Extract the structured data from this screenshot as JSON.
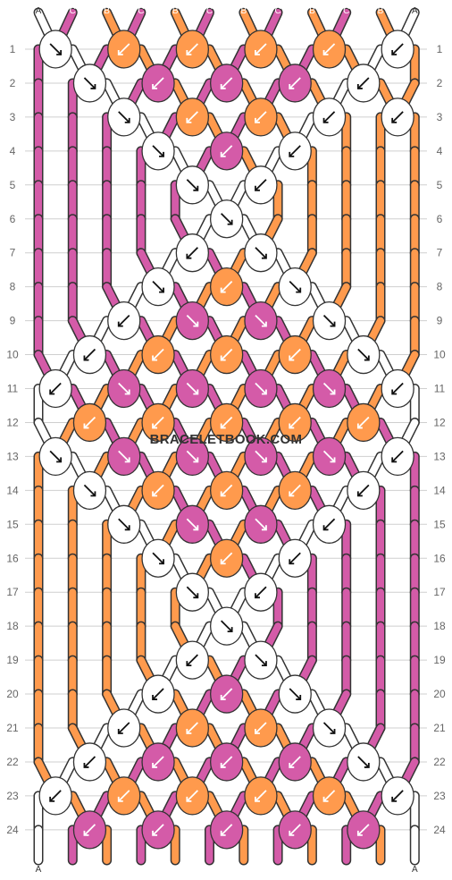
{
  "watermark": "BRACELETBOOK.COM",
  "colors": {
    "A": "#ffffff",
    "B": "#ff9a4d",
    "C": "#d45ba8"
  },
  "strings_top": [
    "A",
    "C",
    "B",
    "C",
    "B",
    "C",
    "B",
    "C",
    "B",
    "C",
    "B",
    "A"
  ],
  "strings_bottom": [
    "A",
    "C",
    "B",
    "C",
    "B",
    "C",
    "B",
    "C",
    "B",
    "C",
    "B",
    "A"
  ],
  "row_labels": [
    "1",
    "2",
    "3",
    "4",
    "5",
    "6",
    "7",
    "8",
    "9",
    "10",
    "11",
    "12",
    "13",
    "14",
    "15",
    "16",
    "17",
    "18",
    "19",
    "20",
    "21",
    "22",
    "23",
    "24"
  ],
  "knots": [
    [
      [
        "A",
        "dr"
      ],
      [
        "B",
        "dl"
      ],
      [
        "B",
        "dl"
      ],
      [
        "B",
        "dl"
      ],
      [
        "B",
        "dl"
      ],
      [
        "A",
        "dl"
      ]
    ],
    [
      [
        "A",
        "dr"
      ],
      [
        "C",
        "dl"
      ],
      [
        "C",
        "dl"
      ],
      [
        "C",
        "dl"
      ],
      [
        "A",
        "dl"
      ]
    ],
    [
      [
        "A",
        "dr"
      ],
      [
        "B",
        "dl"
      ],
      [
        "B",
        "dl"
      ],
      [
        "A",
        "dl"
      ],
      [
        "A",
        "dl"
      ]
    ],
    [
      [
        "A",
        "dr"
      ],
      [
        "C",
        "dl"
      ],
      [
        "A",
        "dl"
      ]
    ],
    [
      [
        "A",
        "dr"
      ],
      [
        "A",
        "dl"
      ]
    ],
    [
      [
        "A",
        "dr"
      ]
    ],
    [
      [
        "A",
        "dl"
      ],
      [
        "A",
        "dr"
      ]
    ],
    [
      [
        "A",
        "dr"
      ],
      [
        "B",
        "dl"
      ],
      [
        "A",
        "dr"
      ]
    ],
    [
      [
        "A",
        "dl"
      ],
      [
        "C",
        "dr"
      ],
      [
        "C",
        "dr"
      ],
      [
        "A",
        "dr"
      ]
    ],
    [
      [
        "A",
        "dl"
      ],
      [
        "B",
        "dl"
      ],
      [
        "B",
        "dl"
      ],
      [
        "B",
        "dl"
      ],
      [
        "A",
        "dr"
      ]
    ],
    [
      [
        "A",
        "dl"
      ],
      [
        "C",
        "dr"
      ],
      [
        "C",
        "dr"
      ],
      [
        "C",
        "dr"
      ],
      [
        "C",
        "dr"
      ],
      [
        "A",
        "dl"
      ]
    ],
    [
      [
        "B",
        "dl"
      ],
      [
        "B",
        "dl"
      ],
      [
        "B",
        "dl"
      ],
      [
        "B",
        "dl"
      ],
      [
        "B",
        "dl"
      ]
    ],
    [
      [
        "A",
        "dr"
      ],
      [
        "C",
        "dr"
      ],
      [
        "C",
        "dr"
      ],
      [
        "C",
        "dr"
      ],
      [
        "C",
        "dr"
      ],
      [
        "A",
        "dl"
      ]
    ],
    [
      [
        "A",
        "dr"
      ],
      [
        "B",
        "dl"
      ],
      [
        "B",
        "dl"
      ],
      [
        "B",
        "dl"
      ],
      [
        "A",
        "dl"
      ]
    ],
    [
      [
        "A",
        "dr"
      ],
      [
        "C",
        "dr"
      ],
      [
        "C",
        "dr"
      ],
      [
        "A",
        "dl"
      ]
    ],
    [
      [
        "A",
        "dr"
      ],
      [
        "B",
        "dl"
      ],
      [
        "A",
        "dl"
      ]
    ],
    [
      [
        "A",
        "dr"
      ],
      [
        "A",
        "dl"
      ]
    ],
    [
      [
        "A",
        "dr"
      ]
    ],
    [
      [
        "A",
        "dl"
      ],
      [
        "A",
        "dr"
      ]
    ],
    [
      [
        "A",
        "dl"
      ],
      [
        "C",
        "dl"
      ],
      [
        "A",
        "dr"
      ]
    ],
    [
      [
        "A",
        "dl"
      ],
      [
        "B",
        "dl"
      ],
      [
        "B",
        "dl"
      ],
      [
        "A",
        "dr"
      ]
    ],
    [
      [
        "A",
        "dl"
      ],
      [
        "C",
        "dl"
      ],
      [
        "C",
        "dl"
      ],
      [
        "C",
        "dl"
      ],
      [
        "A",
        "dr"
      ]
    ],
    [
      [
        "A",
        "dl"
      ],
      [
        "B",
        "dl"
      ],
      [
        "B",
        "dl"
      ],
      [
        "B",
        "dl"
      ],
      [
        "B",
        "dl"
      ],
      [
        "A",
        "dl"
      ]
    ],
    [
      [
        "C",
        "dl"
      ],
      [
        "C",
        "dl"
      ],
      [
        "C",
        "dl"
      ],
      [
        "C",
        "dl"
      ],
      [
        "C",
        "dl"
      ]
    ]
  ]
}
